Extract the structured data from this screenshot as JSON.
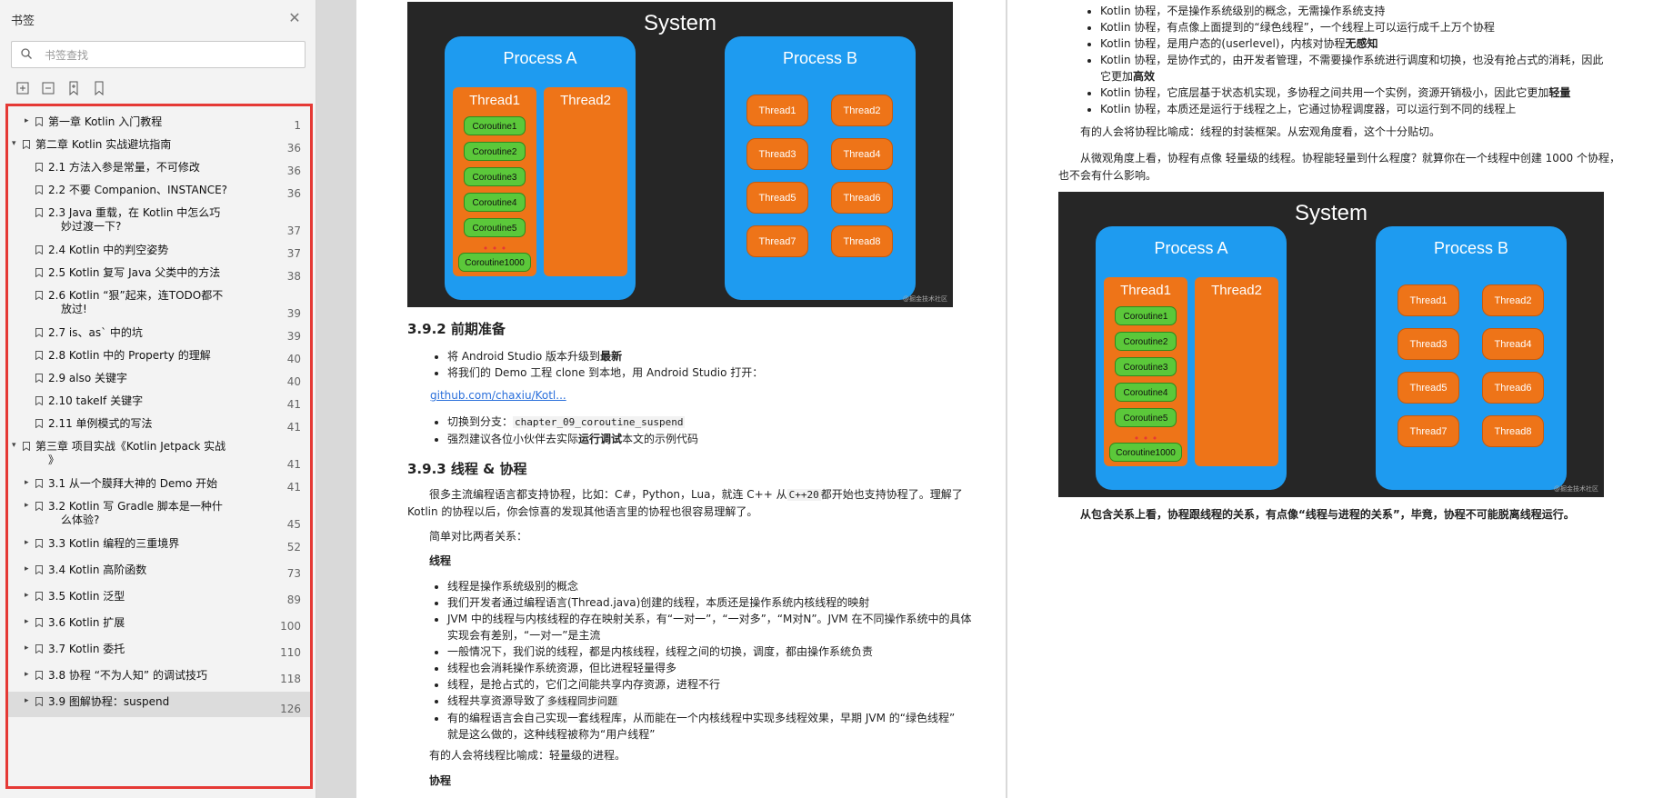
{
  "sidebar": {
    "title": "书签",
    "close_icon": "close-icon",
    "search_placeholder": "书签查找",
    "tools": [
      "expand-all-icon",
      "collapse-all-icon",
      "add-bookmark-icon",
      "bookmark-icon"
    ],
    "items": [
      {
        "label": "第一章 Kotlin 入门教程",
        "page": "1",
        "arrow": "▸"
      },
      {
        "label": "第二章 Kotlin 实战避坑指南",
        "page": "36",
        "arrow": "▾"
      },
      {
        "label": "2.1 方法入参是常量，不可修改",
        "page": "36",
        "arrow": ""
      },
      {
        "label": "2.2 不要 Companion、INSTANCE?",
        "page": "36",
        "arrow": ""
      },
      {
        "label": "2.3 Java 重载，在 Kotlin 中怎么巧",
        "label2": "妙过渡一下?",
        "page": "37",
        "arrow": ""
      },
      {
        "label": "2.4 Kotlin 中的判空姿势",
        "page": "37",
        "arrow": ""
      },
      {
        "label": "2.5 Kotlin 复写 Java 父类中的方法",
        "page": "38",
        "arrow": ""
      },
      {
        "label": "2.6 Kotlin “狠”起来，连TODO都不",
        "label2": "放过!",
        "page": "39",
        "arrow": ""
      },
      {
        "label": "2.7 is、as` 中的坑",
        "page": "39",
        "arrow": ""
      },
      {
        "label": "2.8 Kotlin 中的 Property 的理解",
        "page": "40",
        "arrow": ""
      },
      {
        "label": "2.9 also 关键字",
        "page": "40",
        "arrow": ""
      },
      {
        "label": "2.10 takeIf 关键字",
        "page": "41",
        "arrow": ""
      },
      {
        "label": "2.11 单例模式的写法",
        "page": "41",
        "arrow": ""
      },
      {
        "label": "第三章 项目实战《Kotlin Jetpack 实战",
        "label2": "》",
        "page": "41",
        "arrow": "▾"
      },
      {
        "label": "3.1 从一个膜拜大神的 Demo 开始",
        "page": "41",
        "arrow": "▸"
      },
      {
        "label": "3.2 Kotlin 写 Gradle 脚本是一种什",
        "label2": "么体验?",
        "page": "45",
        "arrow": "▸"
      },
      {
        "label": "3.3 Kotlin 编程的三重境界",
        "page": "52",
        "arrow": "▸"
      },
      {
        "label": "3.4  Kotlin 高阶函数",
        "page": "73",
        "arrow": "▸"
      },
      {
        "label": "3.5 Kotlin 泛型",
        "page": "89",
        "arrow": "▸"
      },
      {
        "label": "3.6 Kotlin 扩展",
        "page": "100",
        "arrow": "▸"
      },
      {
        "label": "3.7 Kotlin 委托",
        "page": "110",
        "arrow": "▸"
      },
      {
        "label": "3.8 协程 “不为人知” 的调试技巧",
        "page": "118",
        "arrow": "▸"
      },
      {
        "label": "3.9 图解协程：suspend",
        "page": "126",
        "arrow": "▸"
      }
    ]
  },
  "diagram": {
    "system": "System",
    "process_a": "Process A",
    "process_b": "Process B",
    "thread1": "Thread1",
    "thread2": "Thread2",
    "coroutines": [
      "Coroutine1",
      "Coroutine2",
      "Coroutine3",
      "Coroutine4",
      "Coroutine5"
    ],
    "dots": "• • •",
    "coroutine_last": "Coroutine1000",
    "threads_b": [
      "Thread1",
      "Thread2",
      "Thread3",
      "Thread4",
      "Thread5",
      "Thread6",
      "Thread7",
      "Thread8"
    ],
    "watermark": "@掘金技术社区"
  },
  "page1": {
    "h_392": "3.9.2 前期准备",
    "prep": [
      "将 Android Studio 版本升级到",
      "最新",
      "将我们的 Demo 工程 clone 到本地，用 Android Studio 打开："
    ],
    "link": "github.com/chaxiu/Kotl...",
    "prep2a": "切换到分支：",
    "branch": "chapter_09_coroutine_suspend",
    "prep2b_1": "强烈建议各位小伙伴去实际",
    "prep2b_2": "运行调试",
    "prep2b_3": "本文的示例代码",
    "h_393": "3.9.3 线程 & 协程",
    "p1_a": "很多主流编程语言都支持协程，比如：C#，Python，Lua，就连 C++ 从",
    "p1_code": "C++20",
    "p1_b": "都开始也支持协程了。理解了",
    "p1_c": "Kotlin 的协程以后，你会惊喜的发现其他语言里的协程也很容易理解了。",
    "p2": "简单对比两者关系：",
    "thread_h": "线程",
    "thread_list": [
      "线程是操作系统级别的概念",
      "我们开发者通过编程语言(Thread.java)创建的线程，本质还是操作系统内核线程的映射",
      "JVM 中的线程与内核线程的存在映射关系，有“一对一”，“一对多”，“M对N”。JVM 在不同操作系统中的具体",
      "实现会有差别，“一对一”是主流",
      "一般情况下，我们说的线程，都是内核线程，线程之间的切换，调度，都由操作系统负责",
      "线程也会消耗操作系统资源，但比进程轻量得多",
      "线程，是抢占式的，它们之间能共享内存资源，进程不行",
      "线程共享资源导致了",
      "多线程同步问题",
      "有的编程语言会自己实现一套线程库，从而能在一个内核线程中实现多线程效果，早期 JVM 的“绿色线程”",
      "就是这么做的，这种线程被称为“用户线程”"
    ],
    "p3": "有的人会将线程比喻成：轻量级的进程。",
    "co_h": "协程"
  },
  "page2": {
    "list": [
      "Kotlin 协程，不是操作系统级别的概念，无需操作系统支持",
      "Kotlin 协程，有点像上面提到的“绿色线程”，一个线程上可以运行成千上万个协程",
      "Kotlin 协程，是用户态的(userlevel)，内核对协程",
      "无感知",
      "Kotlin 协程，是协作式的，由开发者管理，不需要操作系统进行调度和切换，也没有抢占式的消耗，因此",
      "它更加",
      "高效",
      "Kotlin 协程，它底层基于状态机实现，多协程之间共用一个实例，资源开销极小，因此它更加",
      "轻量",
      "Kotlin 协程，本质还是运行于线程之上，它通过协程调度器，可以运行到不同的线程上"
    ],
    "p1": "有的人会将协程比喻成：线程的封装框架。从宏观角度看，这个十分贴切。",
    "p2_a": "从微观角度上看，协程有点像 轻量级的线程。协程能轻量到什么程度？就算你在一个线程中创建 1000 个协程，",
    "p2_b": "也不会有什么影响。",
    "caption": "从包含关系上看，协程跟线程的关系，有点像“线程与进程的关系”，毕竟，协程不可能脱离线程运行。"
  }
}
